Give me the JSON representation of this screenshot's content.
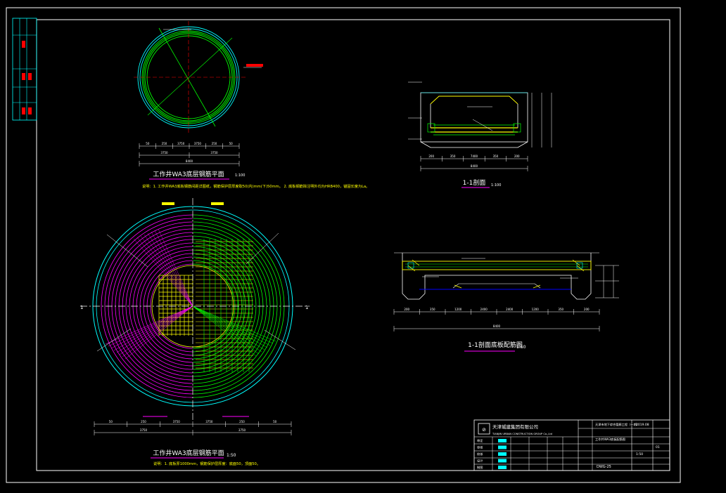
{
  "drawing": {
    "top_plan": {
      "title": "工作井WA3底层钢筋平面",
      "scale": "1:100",
      "notes": "说明：1. 工作井WA3底板钢筋间距详图纸，钢筋保护层厚度取50(内)mm(下)50mm。 2. 底板钢筋除注明外均为HRB400，锚固长度为La。",
      "dims_row1": [
        "50",
        "250",
        "3750",
        "3750",
        "250",
        "50"
      ],
      "dims_row2": [
        "3750",
        "3750"
      ],
      "dims_total": "8400"
    },
    "main_plan": {
      "title": "工作井WA3底层钢筋平面",
      "scale": "1:50",
      "note": "说明：1. 底板厚1000mm，钢筋保护层厚度：底面50，顶面50。",
      "section_mark": "1",
      "dims_row1": [
        "50",
        "250",
        "3750",
        "3750",
        "250",
        "50"
      ],
      "dims_row2": [
        "3750",
        "3750"
      ],
      "dims_total": "8400"
    },
    "section_top": {
      "title": "1-1剖面",
      "scale": "1:100",
      "dims": [
        "200",
        "350",
        "7400",
        "350",
        "200"
      ],
      "total": "8400"
    },
    "section_bottom": {
      "title": "1-1剖面底板配筋图",
      "scale": "1:50",
      "dims": [
        "200",
        "350",
        "1200",
        "2400",
        "2400",
        "1200",
        "350",
        "200"
      ],
      "total": "8400"
    }
  },
  "title_block": {
    "company": "天津城建集团有限公司",
    "company_en": "TIANJIN URBAN CONSTRUCTION GROUP Co.,Ltd",
    "project": "天津市地下综合管廊工程（一期）",
    "drawing_name": "工作井WA3底板配筋图",
    "drawing_no": "DWG-25",
    "scale": "1:50",
    "date": "2019.08",
    "sheet": "01",
    "role_labels": [
      "审定",
      "审核",
      "校核",
      "设计",
      "制图"
    ]
  },
  "colors": {
    "frame": "#ffffff",
    "rebar_cyan": "#00ffff",
    "rebar_green": "#00ff00",
    "rebar_magenta": "#ff00ff",
    "rebar_yellow": "#ffff00",
    "label_red": "#ff0000",
    "leader_white": "#ffffff"
  }
}
